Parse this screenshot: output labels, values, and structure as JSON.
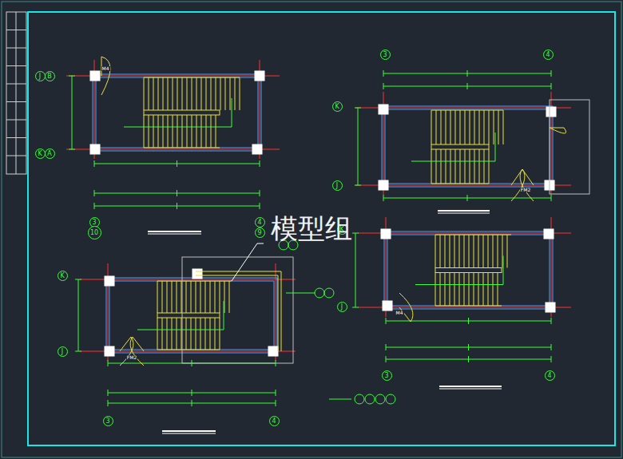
{
  "diagram": {
    "labels": [
      "J",
      "B",
      "K",
      "A",
      "3",
      "10",
      "4",
      "9",
      "M4",
      "3",
      "4",
      "K",
      "J",
      "FM2",
      "K",
      "J",
      "3",
      "4",
      "FM2",
      "K",
      "J",
      "3",
      "4",
      "M4",
      "模型组"
    ]
  }
}
